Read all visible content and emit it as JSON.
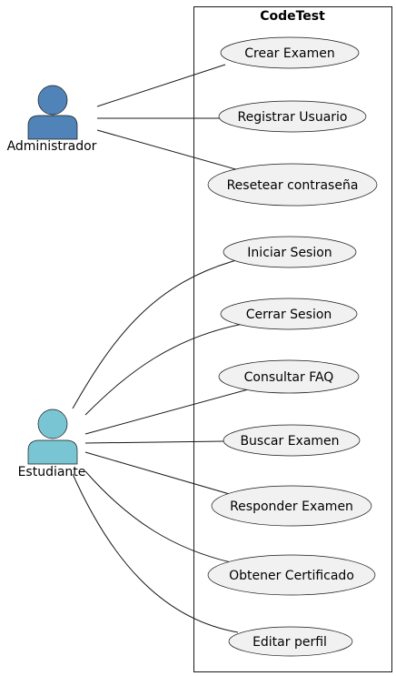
{
  "system": {
    "title": "CodeTest"
  },
  "actors": {
    "admin": {
      "label": "Administrador",
      "color": "#5083B7"
    },
    "student": {
      "label": "Estudiante",
      "color": "#7AC5D4"
    }
  },
  "use_cases": {
    "crear_examen": "Crear Examen",
    "registrar_usuario": "Registrar Usuario",
    "resetear_contrasena": "Resetear contraseña",
    "iniciar_sesion": "Iniciar Sesion",
    "cerrar_sesion": "Cerrar Sesion",
    "consultar_faq": "Consultar FAQ",
    "buscar_examen": "Buscar Examen",
    "responder_examen": "Responder Examen",
    "obtener_certificado": "Obtener Certificado",
    "editar_perfil": "Editar perfil"
  },
  "colors": {
    "usecase_fill": "#F1F1F1",
    "usecase_stroke": "#181818",
    "line": "#181818"
  }
}
